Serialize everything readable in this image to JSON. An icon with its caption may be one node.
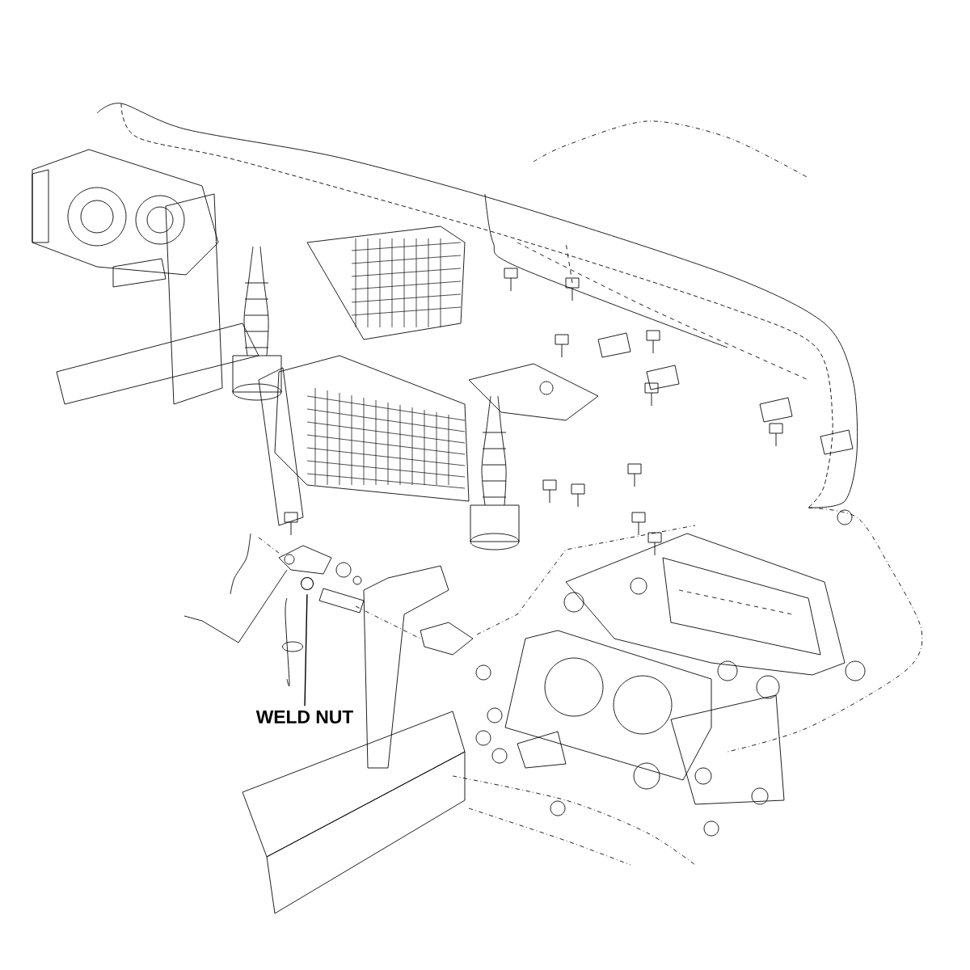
{
  "diagram": {
    "nodes": [
      {
        "text": [
          "WELD NUT"
        ]
      },
      {
        "text": [],
        "shape": "circle"
      }
    ],
    "edges": [
      {
        "from": 0,
        "to": 1,
        "arrow": "none"
      }
    ]
  }
}
